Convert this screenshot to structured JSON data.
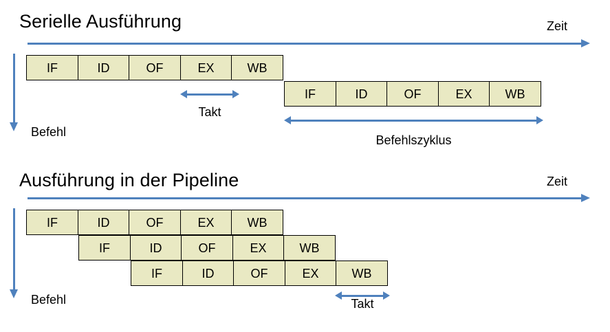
{
  "colors": {
    "accent_blue": "#4F81BD",
    "box_fill": "#E9E9C3",
    "box_border": "#000000",
    "text": "#000000",
    "background": "#FFFFFF"
  },
  "sections": {
    "serial": {
      "title": "Serielle Ausführung",
      "time_axis_label": "Zeit",
      "instruction_axis_label": "Befehl",
      "rows": [
        {
          "cells": [
            "IF",
            "ID",
            "OF",
            "EX",
            "WB"
          ]
        },
        {
          "cells": [
            "IF",
            "ID",
            "OF",
            "EX",
            "WB"
          ]
        }
      ],
      "measures": [
        {
          "label": "Takt"
        },
        {
          "label": "Befehlszyklus"
        }
      ]
    },
    "pipeline": {
      "title": "Ausführung in der Pipeline",
      "time_axis_label": "Zeit",
      "instruction_axis_label": "Befehl",
      "rows": [
        {
          "cells": [
            "IF",
            "ID",
            "OF",
            "EX",
            "WB"
          ]
        },
        {
          "cells": [
            "IF",
            "ID",
            "OF",
            "EX",
            "WB"
          ]
        },
        {
          "cells": [
            "IF",
            "ID",
            "OF",
            "EX",
            "WB"
          ]
        }
      ],
      "measures": [
        {
          "label": "Takt"
        }
      ]
    }
  }
}
